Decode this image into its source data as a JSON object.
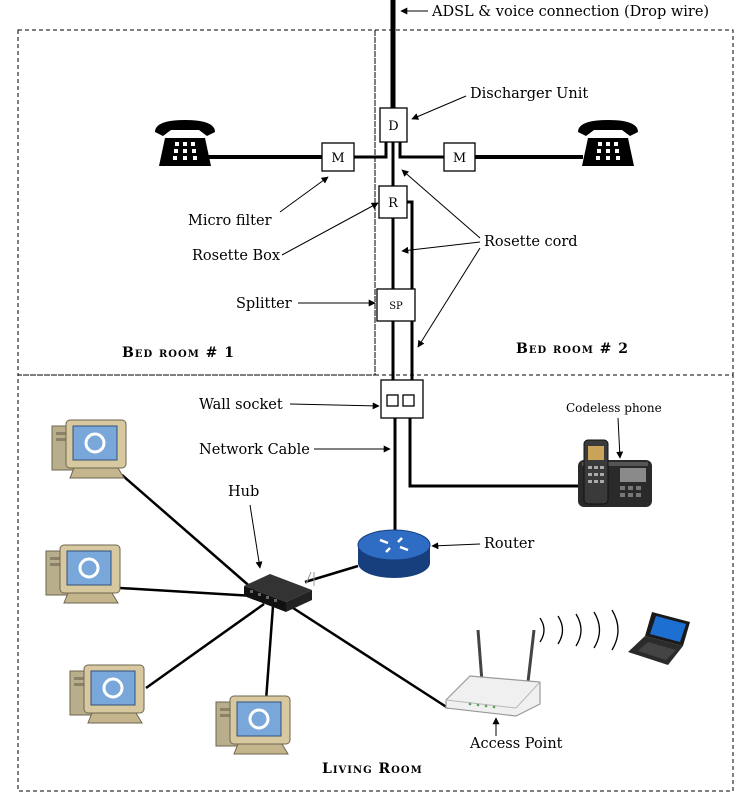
{
  "labels": {
    "adsl": "ADSL & voice connection (Drop wire)",
    "discharger": "Discharger Unit",
    "micro_filter": "Micro filter",
    "rosette_box": "Rosette Box",
    "rosette_cord": "Rosette cord",
    "splitter": "Splitter",
    "wall_socket": "Wall socket",
    "network_cable": "Network Cable",
    "hub": "Hub",
    "router": "Router",
    "cordless_phone": "Codeless phone",
    "access_point": "Access Point"
  },
  "rooms": {
    "bedroom1": "Bed room # 1",
    "bedroom2": "Bed room # 2",
    "living": "Living Room"
  },
  "boxes": {
    "discharger": "D",
    "filter_left": "M",
    "filter_right": "M",
    "rosette": "R",
    "splitter": "SP"
  },
  "colors": {
    "router_blue": "#1d4f9a",
    "monitor_screen": "#7aa7d9",
    "computer_beige": "#d8c8a0"
  }
}
